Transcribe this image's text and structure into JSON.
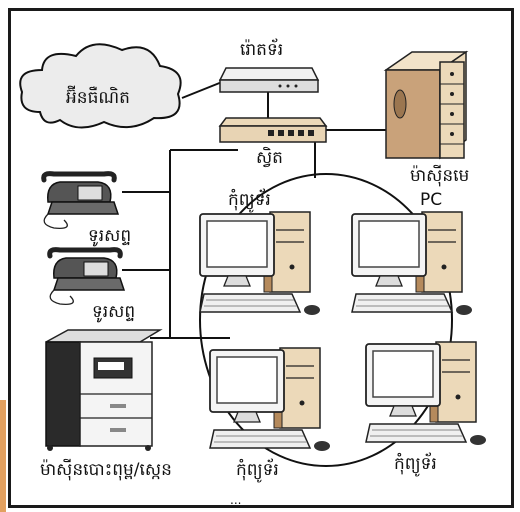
{
  "labels": {
    "internet": "អ៊ីនធឺណិត",
    "router": "រ៉ោតទ័រ",
    "switch": "ស្វិត",
    "server_line1": "ម៉ាស៊ីនមេ",
    "server_line2": "PC",
    "phone1": "ទូរសព្ទ",
    "phone2": "ទូរសព្ទ",
    "computer_top_left": "កុំព្យូទ័រ",
    "computer_bottom_left": "កុំព្យូទ័រ",
    "computer_bottom_right": "កុំព្យូទ័រ",
    "printer": "ម៉ាស៊ីនបោះពុម្ព/ស្កេន",
    "footer_partial": "..."
  },
  "colors": {
    "frame": "#1a1a1a",
    "accent": "#e2a05f",
    "beige": "#e8d4b4",
    "beige_dark": "#c9a27a",
    "line": "#111111"
  },
  "icons": [
    "cloud-icon",
    "router-icon",
    "switch-icon",
    "server-icon",
    "phone-icon",
    "computer-icon",
    "printer-icon"
  ]
}
